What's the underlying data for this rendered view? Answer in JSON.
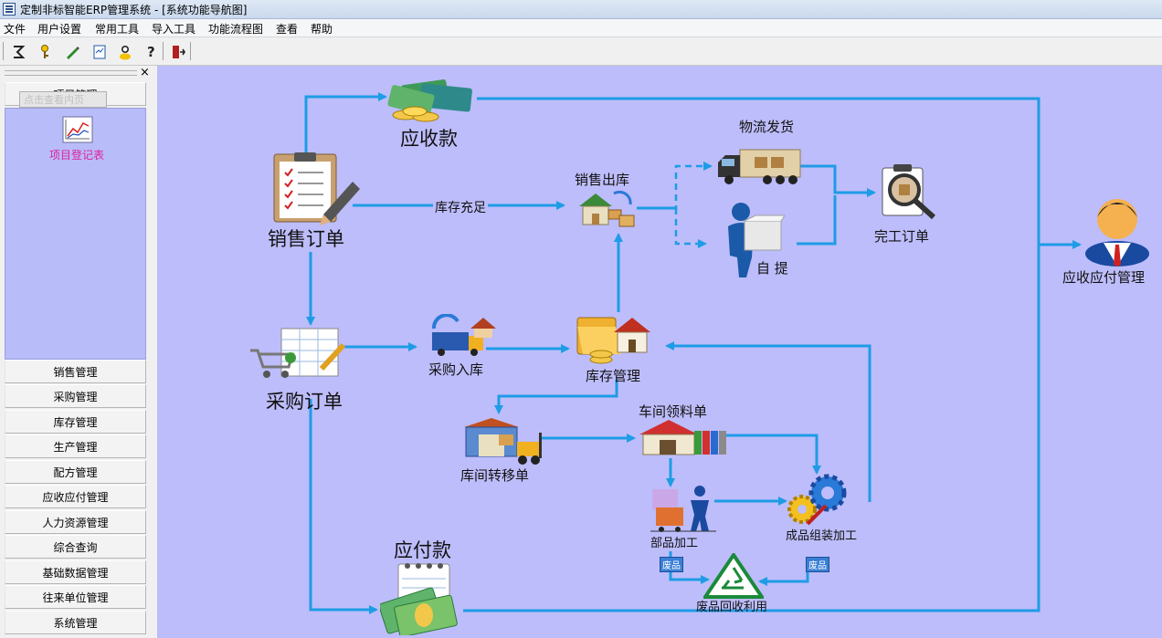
{
  "window": {
    "title": "定制非标智能ERP管理系统 - [系统功能导航图]"
  },
  "menu": [
    "文件",
    "用户设置",
    "常用工具",
    "导入工具",
    "功能流程图",
    "查看",
    "帮助"
  ],
  "toolbar": {
    "icons": [
      "sigma-icon",
      "key-icon",
      "pen-icon",
      "document-icon",
      "user-icon",
      "help-icon",
      "exit-icon"
    ]
  },
  "sidebar": {
    "close_glyph": "×",
    "top_section": "项目管理",
    "tooltip": "点击查看内页",
    "panel_item": "项目登记表",
    "sections": [
      "销售管理",
      "采购管理",
      "库存管理",
      "生产管理",
      "配方管理",
      "应收应付管理",
      "人力资源管理",
      "综合查询",
      "基础数据管理",
      "往来单位管理",
      "系统管理"
    ]
  },
  "flow": {
    "receivable": "应收款",
    "sales_order": "销售订单",
    "stock_sufficient": "库存充足",
    "sales_out": "销售出库",
    "logistics": "物流发货",
    "self_pickup": "自 提",
    "completed_order": "完工订单",
    "ar_ap": "应收应付管理",
    "purchase_order": "采购订单",
    "purchase_in": "采购入库",
    "inventory": "库存管理",
    "workshop_pick": "车间领料单",
    "transfer": "库间转移单",
    "parts": "部品加工",
    "assembly": "成品组装加工",
    "waste1": "废品",
    "waste2": "废品",
    "recycle": "废品回收利用",
    "payable": "应付款"
  },
  "colors": {
    "canvas": "#bdbdfb",
    "arrow": "#1e9ce6",
    "sidebar_panel": "#b8bcf8"
  }
}
